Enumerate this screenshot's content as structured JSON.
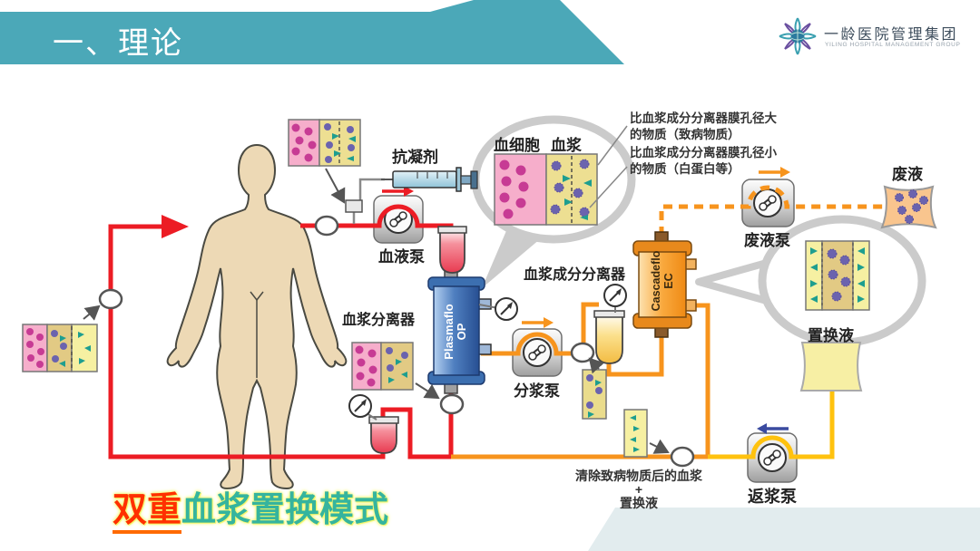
{
  "header": {
    "section_title": "一、理论",
    "banner_color": "#4BA8B8"
  },
  "logo": {
    "name_cn": "一龄医院管理集团",
    "name_en": "YILING HOSPITAL MANAGEMENT GROUP"
  },
  "diagram": {
    "labels": {
      "anticoagulant": "抗凝剂",
      "blood_cells": "血细胞",
      "plasma": "血浆",
      "note_large_1": "比血浆成分分离器膜孔径大",
      "note_large_2": "的物质（致病物质）",
      "note_small_1": "比血浆成分分离器膜孔径小",
      "note_small_2": "的物质（白蛋白等）",
      "blood_pump": "血液泵",
      "plasma_separator": "血浆分离器",
      "plasmaflo_line1": "Plasmaflo",
      "plasmaflo_line2": "OP",
      "plasma_component_separator": "血浆成分分离器",
      "cascadeflo_line1": "Cascadeflo",
      "cascadeflo_line2": "EC",
      "plasma_pump": "分浆泵",
      "waste_pump": "废液泵",
      "waste": "废液",
      "replacement_fluid": "置换液",
      "return_pump": "返浆泵",
      "cleaned_note_1": "清除致病物质后的血浆",
      "cleaned_note_2": "+",
      "cleaned_note_3": "置换液"
    },
    "colors": {
      "banner": "#4BA8B8",
      "blood_line": "#EC1C24",
      "plasma_line": "#F7941D",
      "replacement_line": "#FFC20E",
      "title_red": "#FF3000",
      "title_teal": "#35B49E"
    }
  },
  "footer_title": {
    "part1": "双重",
    "part2": "血浆置换模式"
  }
}
